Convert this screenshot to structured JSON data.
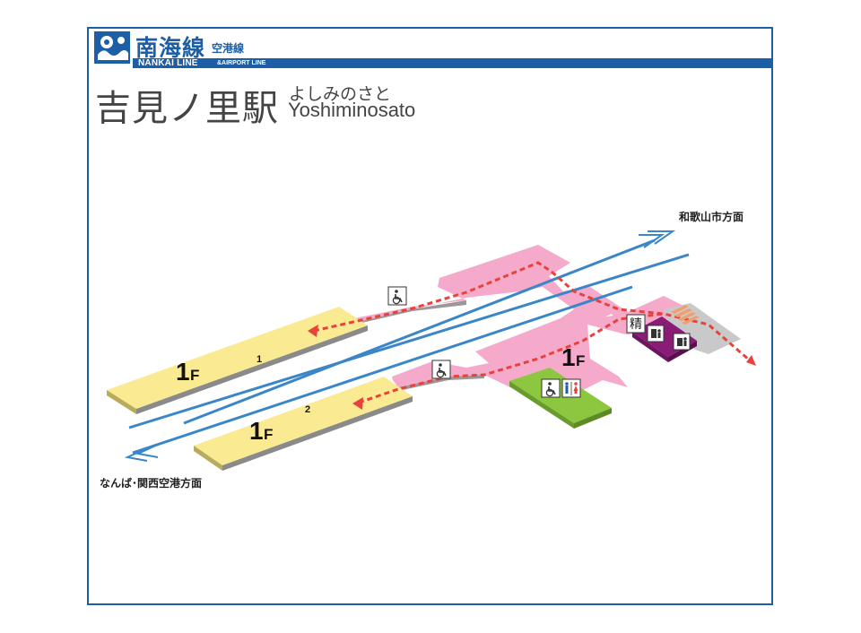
{
  "header": {
    "line_name": "南海線",
    "line_sub": "空港線",
    "line_en": "NANKAI LINE",
    "line_en_sub": "&AIRPORT LINE"
  },
  "station": {
    "name_ja": "吉見ノ里駅",
    "name_kana": "よしみのさと",
    "name_en": "Yoshiminosato"
  },
  "map": {
    "direction_wakayama": "和歌山市方面",
    "direction_namba": "なんば･関西空港方面",
    "platform1_number": "1",
    "platform2_number": "2",
    "floor_big": "1",
    "floor_small": "F",
    "fare_adjust_label": "精"
  },
  "colors": {
    "brand_blue": "#1d5fa6",
    "platform": "#faeb93",
    "concourse": "#f5aacb",
    "ticket_office": "#8a1c78",
    "toilet_area": "#8dc63f",
    "route": "#e8423c",
    "track": "#3a86c8",
    "grey_area": "#c9c9c9"
  }
}
